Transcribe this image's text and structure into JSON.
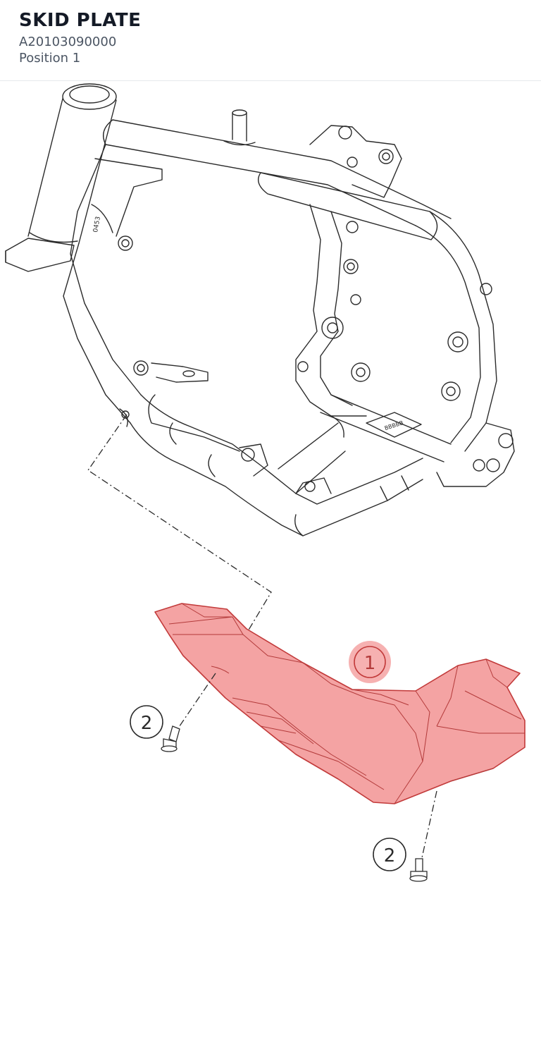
{
  "header": {
    "title": "SKID PLATE",
    "part_number": "A20103090000",
    "position": "Position 1"
  },
  "diagram": {
    "callouts": [
      {
        "label": "1",
        "highlighted": true
      },
      {
        "label": "2",
        "highlighted": false
      },
      {
        "label": "2",
        "highlighted": false
      }
    ],
    "frame_labels": [
      "0453",
      "BBBBB"
    ],
    "highlight_color": "#f4a3a3",
    "highlight_stroke": "#c23a3a",
    "line_color": "#2b2b2b"
  }
}
